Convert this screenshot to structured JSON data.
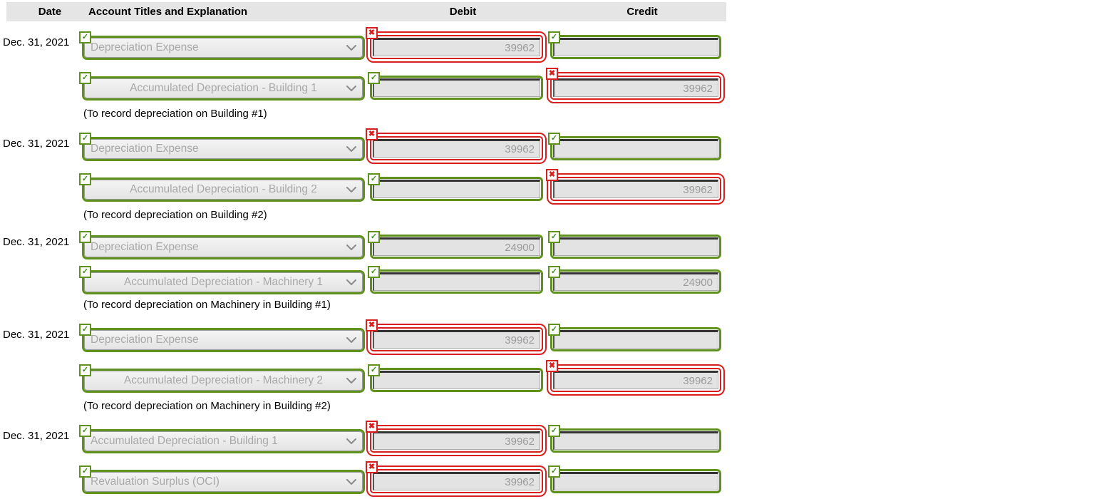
{
  "header": {
    "date": "Date",
    "account": "Account Titles and Explanation",
    "debit": "Debit",
    "credit": "Credit"
  },
  "glyphs": {
    "correct": "✓",
    "incorrect": "✖"
  },
  "colors": {
    "correct": "#5e921c",
    "incorrect": "#d81e1e",
    "header_bg": "#e5e5e5",
    "field_bg": "#e3e3e3",
    "muted_text": "#9b9b9b"
  },
  "entries": [
    {
      "date": "Dec. 31, 2021",
      "explanation": "(To record depreciation on Building #1)",
      "rows": [
        {
          "account": "Depreciation Expense",
          "align": "left",
          "account_status": "correct",
          "debit": "39962",
          "debit_status": "incorrect",
          "credit": "",
          "credit_status": "correct"
        },
        {
          "account": "Accumulated Depreciation - Building 1",
          "align": "center",
          "account_status": "correct",
          "debit": "",
          "debit_status": "correct",
          "credit": "39962",
          "credit_status": "incorrect"
        }
      ]
    },
    {
      "date": "Dec. 31, 2021",
      "explanation": "(To record depreciation on Building #2)",
      "rows": [
        {
          "account": "Depreciation Expense",
          "align": "left",
          "account_status": "correct",
          "debit": "39962",
          "debit_status": "incorrect",
          "credit": "",
          "credit_status": "correct"
        },
        {
          "account": "Accumulated Depreciation - Building 2",
          "align": "center",
          "account_status": "correct",
          "debit": "",
          "debit_status": "correct",
          "credit": "39962",
          "credit_status": "incorrect"
        }
      ]
    },
    {
      "date": "Dec. 31, 2021",
      "explanation": "(To record depreciation on Machinery in Building #1)",
      "rows": [
        {
          "account": "Depreciation Expense",
          "align": "left",
          "account_status": "correct",
          "debit": "24900",
          "debit_status": "correct",
          "credit": "",
          "credit_status": "correct"
        },
        {
          "account": "Accumulated Depreciation - Machinery 1",
          "align": "center",
          "account_status": "correct",
          "debit": "",
          "debit_status": "correct",
          "credit": "24900",
          "credit_status": "correct"
        }
      ]
    },
    {
      "date": "Dec. 31, 2021",
      "explanation": "(To record depreciation on Machinery in Building #2)",
      "rows": [
        {
          "account": "Depreciation Expense",
          "align": "left",
          "account_status": "correct",
          "debit": "39962",
          "debit_status": "incorrect",
          "credit": "",
          "credit_status": "correct"
        },
        {
          "account": "Accumulated Depreciation - Machinery 2",
          "align": "center",
          "account_status": "correct",
          "debit": "",
          "debit_status": "correct",
          "credit": "39962",
          "credit_status": "incorrect"
        }
      ]
    },
    {
      "date": "Dec. 31, 2021",
      "explanation": "",
      "rows": [
        {
          "account": "Accumulated Depreciation - Building 1",
          "align": "left",
          "account_status": "correct",
          "debit": "39962",
          "debit_status": "incorrect",
          "credit": "",
          "credit_status": "correct"
        },
        {
          "account": "Revaluation Surplus (OCI)",
          "align": "left",
          "account_status": "correct",
          "debit": "39962",
          "debit_status": "incorrect",
          "credit": "",
          "credit_status": "correct"
        }
      ]
    }
  ]
}
